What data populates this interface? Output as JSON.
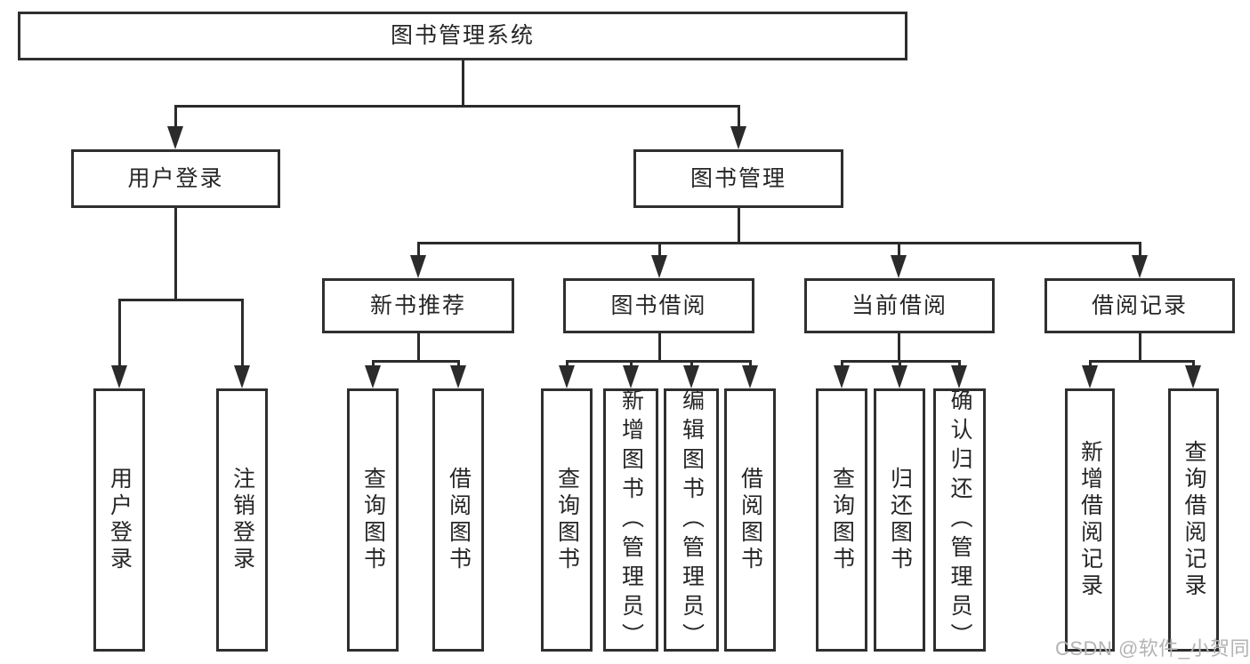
{
  "diagram": {
    "colors": {
      "line": "#2b2b2b",
      "border": "#2f2f2f",
      "text": "#262626",
      "background": "#ffffff",
      "watermark": "#b3b3b3"
    },
    "tree": {
      "label": "图书管理系统",
      "children": [
        {
          "label": "用户登录",
          "children": [
            {
              "label": "用户登录"
            },
            {
              "label": "注销登录"
            }
          ]
        },
        {
          "label": "图书管理",
          "children": [
            {
              "label": "新书推荐",
              "children": [
                {
                  "label": "查询图书"
                },
                {
                  "label": "借阅图书"
                }
              ]
            },
            {
              "label": "图书借阅",
              "children": [
                {
                  "label": "查询图书"
                },
                {
                  "label": "新增图书（管理员）"
                },
                {
                  "label": "编辑图书（管理员）"
                },
                {
                  "label": "借阅图书"
                }
              ]
            },
            {
              "label": "当前借阅",
              "children": [
                {
                  "label": "查询图书"
                },
                {
                  "label": "归还图书"
                },
                {
                  "label": "确认归还（管理员）"
                }
              ]
            },
            {
              "label": "借阅记录",
              "children": [
                {
                  "label": "新增借阅记录"
                },
                {
                  "label": "查询借阅记录"
                }
              ]
            }
          ]
        }
      ]
    },
    "watermark": {
      "text": "CSDN @软件_小贺同学"
    }
  }
}
